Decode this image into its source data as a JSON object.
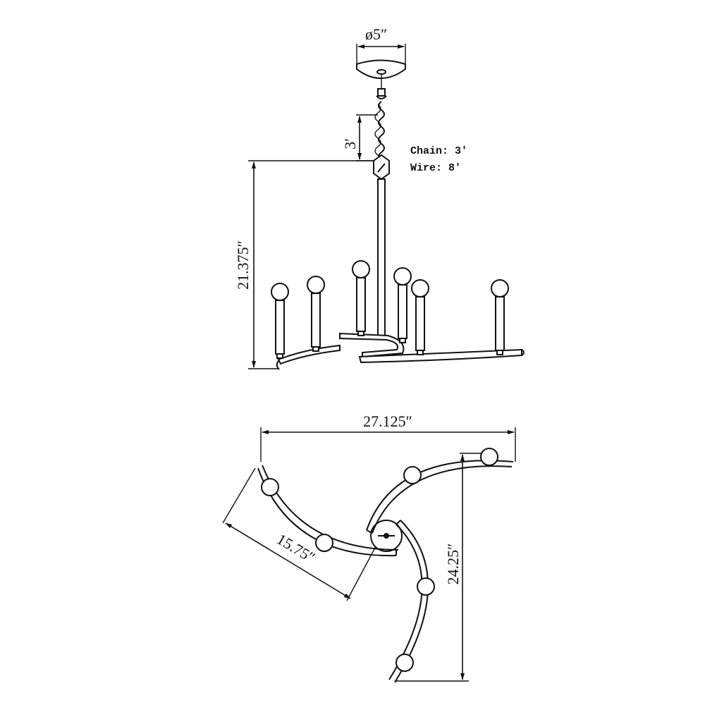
{
  "dimensions": {
    "canopy_diameter": "ø5″",
    "chain_drop": "3′",
    "height": "21.375″",
    "width": "27.125″",
    "arm_radius": "15.75″",
    "depth": "24.25″"
  },
  "notes": {
    "chain": "Chain: 3′",
    "wire": "Wire: 8′"
  }
}
